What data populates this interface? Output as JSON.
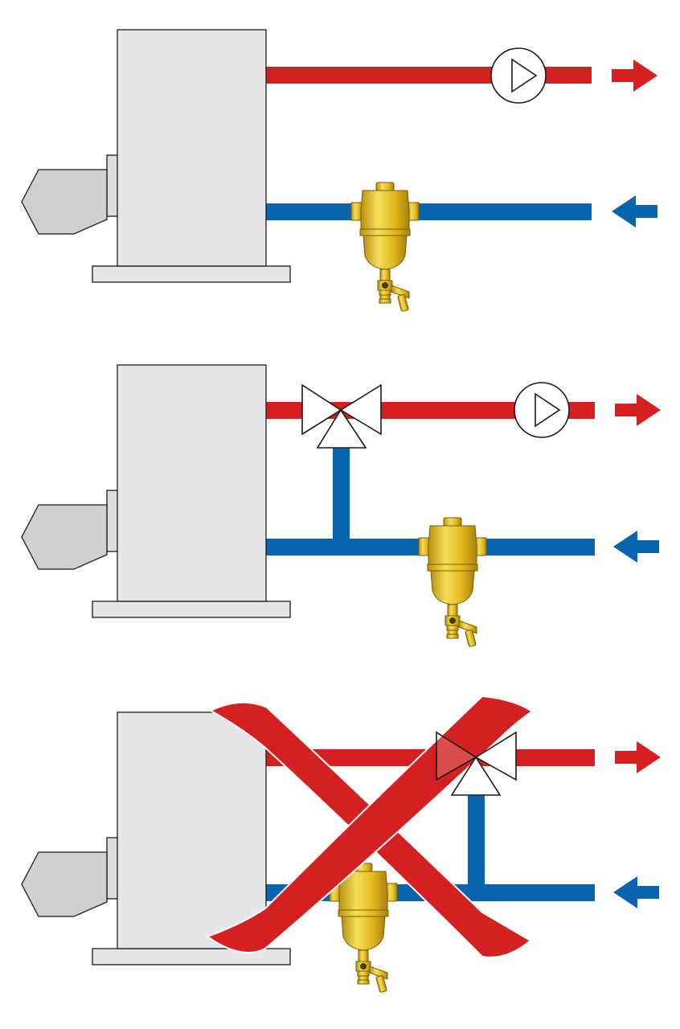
{
  "colors": {
    "background": "#ffffff",
    "hot_pipe": "#d42020",
    "cold_pipe": "#0a63ad",
    "boiler_body": "#e6e6e8",
    "boiler_outline": "#1a1a1a",
    "burner": "#cfcfd1",
    "separator_body": "#e2b81c",
    "separator_dark": "#a9820a",
    "separator_light": "#f7e36a",
    "valve_fill": "#ffffff",
    "cross_mark": "#d42020"
  },
  "icons": {
    "pump": "circulation-pump-icon",
    "valve": "three-way-mixing-valve-icon",
    "separator": "dirt-separator-icon",
    "burner": "burner-icon",
    "flow_out": "flow-out-arrow-icon",
    "flow_in": "flow-in-arrow-icon",
    "incorrect": "incorrect-installation-cross-icon"
  },
  "diagrams": [
    {
      "components": [
        "boiler",
        "burner",
        "supply-pipe",
        "return-pipe",
        "circulation-pump",
        "dirt-separator"
      ],
      "status": "correct"
    },
    {
      "components": [
        "boiler",
        "burner",
        "supply-pipe",
        "return-pipe",
        "three-way-valve",
        "bypass-pipe",
        "circulation-pump",
        "dirt-separator"
      ],
      "status": "correct"
    },
    {
      "components": [
        "boiler",
        "burner",
        "supply-pipe",
        "return-pipe",
        "three-way-valve",
        "bypass-pipe",
        "dirt-separator"
      ],
      "status": "incorrect"
    }
  ]
}
